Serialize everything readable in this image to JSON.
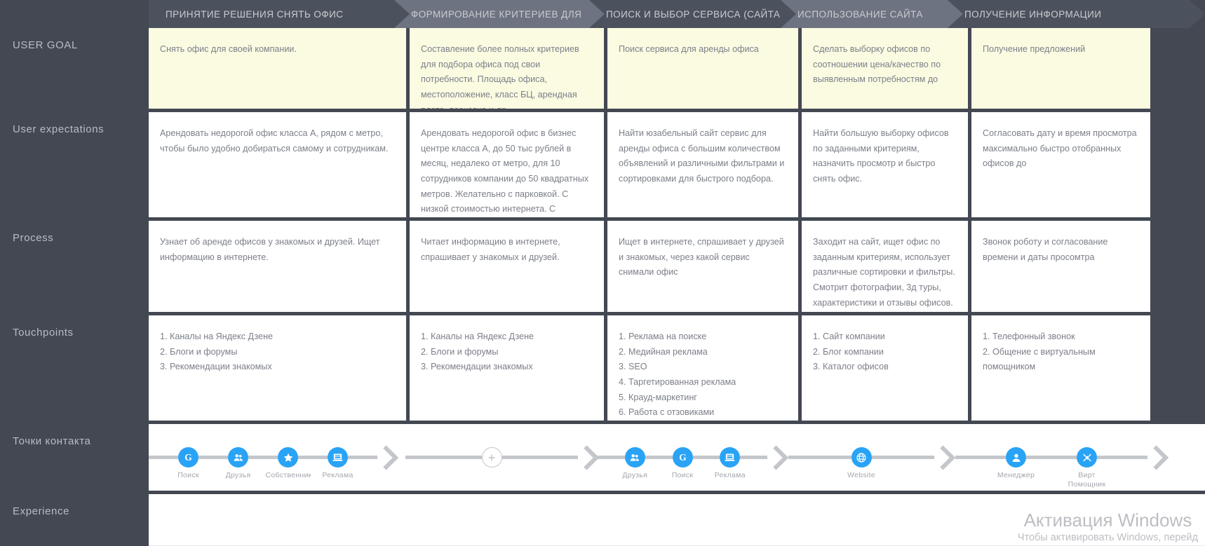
{
  "stages": [
    {
      "label": "ПРИНЯТИЕ РЕШЕНИЯ СНЯТЬ ОФИС"
    },
    {
      "label": "ФОРМИРОВАНИЕ КРИТЕРИЕВ ДЛЯ"
    },
    {
      "label": "ПОИСК И ВЫБОР СЕРВИСА (САЙТА"
    },
    {
      "label": "ИСПОЛЬЗОВАНИЕ САЙТА"
    },
    {
      "label": "ПОЛУЧЕНИЕ ИНФОРМАЦИИ"
    }
  ],
  "rows": {
    "user_goal": {
      "label": "USER GOAL",
      "cells": [
        "Снять офис для своей компании.",
        "Составление более полных критериев для подбора офиса под свои потребности. Площадь офиса, местоположение, класс БЦ, арендная плата, парковка и др.",
        "Поиск сервиса для аренды офиса",
        "Сделать выборку офисов по соотношении цена/качество по выявленным потребностям до",
        "Получение предложений"
      ]
    },
    "user_expectations": {
      "label": "User expectations",
      "cells": [
        "Арендовать недорогой офис класса А, рядом с метро, чтобы было удобно добираться самому и сотрудникам.",
        "Арендовать недорогой офис в бизнес центре класса А, до 50 тыс рублей в месяц, недалеко от метро, для 10 сотрудников компании до 50 квадратных метров. Желательно с парковкой. С низкой стоимостью интернета. С хорошей отделкой.",
        "Найти юзабельный сайт сервис для аренды офиса с большим количеством объявлений и различными фильтрами и сортировками для быстрого подбора.",
        "Найти большую выборку офисов по заданными критериям, назначить просмотр и быстро снять офис.",
        "Согласовать дату и время просмотра максимально быстро отобранных офисов до"
      ]
    },
    "process": {
      "label": "Process",
      "cells": [
        "Узнает об аренде офисов у знакомых и друзей. Ищет информацию в интернете.",
        "Читает информацию в интернете, спрашивает у знакомых и друзей.",
        "Ищет в интернете, спрашивает у друзей и знакомых, через какой сервис снимали офис",
        "Заходит на сайт, ищет офис по заданным критериям, использует различные сортировки и фильтры. Смотрит фотографии, 3д туры, характеристики и отзывы офисов.",
        "Звонок роботу и согласование времени и даты просомтра"
      ]
    },
    "touchpoints": {
      "label": "Touchpoints",
      "cells": [
        [
          "1. Каналы на Яндекс Дзене",
          "2. Блоги и форумы",
          "3. Рекомендации знакомых"
        ],
        [
          "1. Каналы на Яндекс Дзене",
          "2. Блоги и форумы",
          "3. Рекомендации знакомых"
        ],
        [
          "1. Реклама на поиске",
          "2. Медийная реклама",
          "3. SEO",
          "4. Таргетированная реклама",
          "5. Крауд-маркетинг",
          "6. Работа с отзовиками"
        ],
        [
          "1. Сайт компании",
          "2. Блог компании",
          "3. Каталог офисов"
        ],
        [
          "1. Телефонный звонок",
          "2. Общение с виртуальным помощником"
        ]
      ]
    },
    "contact_points": {
      "label": "Точки контакта",
      "groups": [
        {
          "nodes": [
            {
              "icon": "google-icon",
              "caption": "Поиск"
            },
            {
              "icon": "friends-icon",
              "caption": "Друзья"
            },
            {
              "icon": "star-icon",
              "caption": "Собственник"
            },
            {
              "icon": "ad-laptop-icon",
              "caption": "Реклама"
            }
          ]
        },
        {
          "nodes": [
            {
              "icon": "plus-icon",
              "caption": ""
            }
          ]
        },
        {
          "nodes": [
            {
              "icon": "friends-icon",
              "caption": "Друзья"
            },
            {
              "icon": "google-icon",
              "caption": "Поиск"
            },
            {
              "icon": "ad-laptop-icon",
              "caption": "Реклама"
            }
          ]
        },
        {
          "nodes": [
            {
              "icon": "globe-icon",
              "caption": "Website"
            }
          ]
        },
        {
          "nodes": [
            {
              "icon": "person-icon",
              "caption": "Менеджер"
            },
            {
              "icon": "bot-icon",
              "caption": "Вирт\nПомощник"
            }
          ]
        }
      ]
    },
    "experience": {
      "label": "Experience",
      "cells": [
        "",
        "",
        "",
        "",
        ""
      ]
    }
  },
  "watermark": {
    "title": "Активация Windows",
    "subtitle": "Чтобы активировать Windows, перейд"
  },
  "colors": {
    "background": "#434852",
    "chevron_dark": "#4c525d",
    "chevron_light": "#6d7380",
    "goal_cell": "#fbfbe2",
    "cell": "#ffffff",
    "accent": "#29a3f5",
    "track": "#c3c6cb"
  }
}
